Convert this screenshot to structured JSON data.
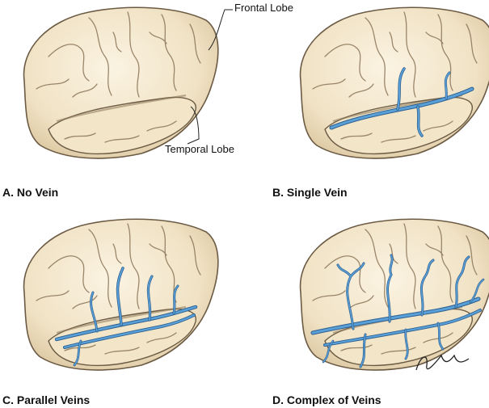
{
  "callouts": {
    "frontal": "Frontal Lobe",
    "temporal": "Temporal Lobe"
  },
  "panels": [
    {
      "label": "A. No Vein"
    },
    {
      "label": "B. Single Vein"
    },
    {
      "label": "C. Parallel Veins"
    },
    {
      "label": "D. Complex of Veins"
    }
  ],
  "signature": "Justin Klein",
  "colors": {
    "brain_fill": "#f2e6cc",
    "brain_stroke": "#6b5a44",
    "vein": "#4a8ec8",
    "vein_dark": "#2d5f8f"
  }
}
